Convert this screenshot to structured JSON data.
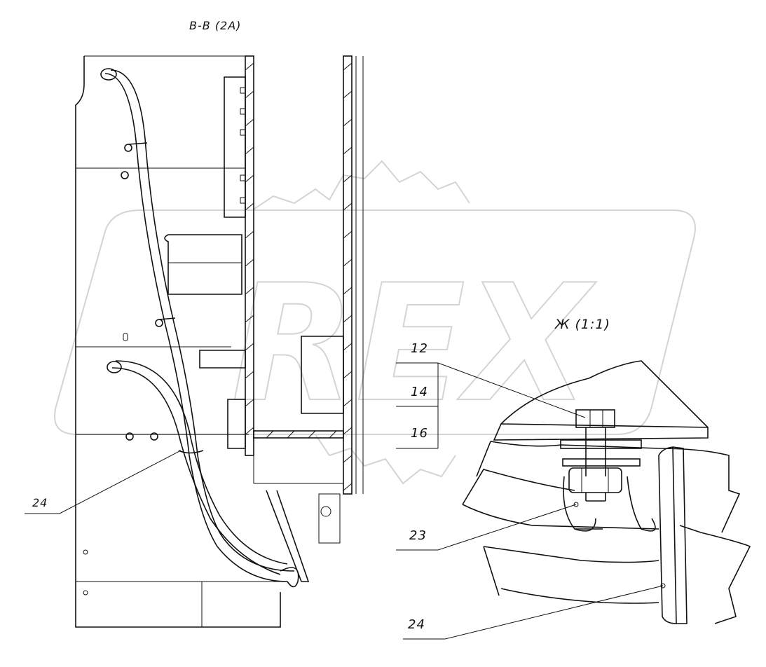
{
  "view_bb": {
    "title": "В-В (2А)"
  },
  "view_zh": {
    "title": "Ж (1:1)"
  },
  "callouts": {
    "c12": "12",
    "c14": "14",
    "c16": "16",
    "c23": "23",
    "c24_zh": "24",
    "c24_bb": "24"
  },
  "watermark": {
    "text": "REX",
    "logo": "rex-logo"
  },
  "colors": {
    "line": "#111111",
    "watermark": "#d4d4d4",
    "background": "#ffffff"
  }
}
